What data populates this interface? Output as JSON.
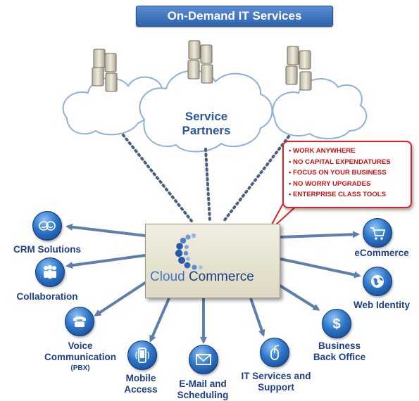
{
  "banner": {
    "title": "On-Demand IT Services"
  },
  "cloud": {
    "label": "Service Partners"
  },
  "callout": {
    "items": [
      "WORK ANYWHERE",
      "NO CAPITAL EXPENDATURES",
      "FOCUS ON YOUR BUSINESS",
      "NO WORRY UPGRADES",
      "ENTERPRISE CLASS TOOLS"
    ]
  },
  "center": {
    "brand_part1": "Cloud",
    "brand_part2": "Commerce"
  },
  "services": {
    "crm": "CRM Solutions",
    "collaboration": "Collaboration",
    "voice_line1": "Voice",
    "voice_line2": "Communication",
    "voice_sub": "(PBX)",
    "mobile_line1": "Mobile",
    "mobile_line2": "Access",
    "email_line1": "E-Mail and",
    "email_line2": "Scheduling",
    "it_line1": "IT Services and",
    "it_line2": "Support",
    "business_line1": "Business",
    "business_line2": "Back Office",
    "web_identity": "Web Identity",
    "ecommerce": "eCommerce"
  },
  "icons": {
    "crm": "smiley-faces-icon",
    "collaboration": "people-group-icon",
    "voice": "telephone-icon",
    "mobile": "mobile-phone-icon",
    "email": "envelope-icon",
    "it": "computer-mouse-icon",
    "business": "dollar-sign-icon",
    "web_identity": "globe-icon",
    "ecommerce": "shopping-cart-icon"
  }
}
